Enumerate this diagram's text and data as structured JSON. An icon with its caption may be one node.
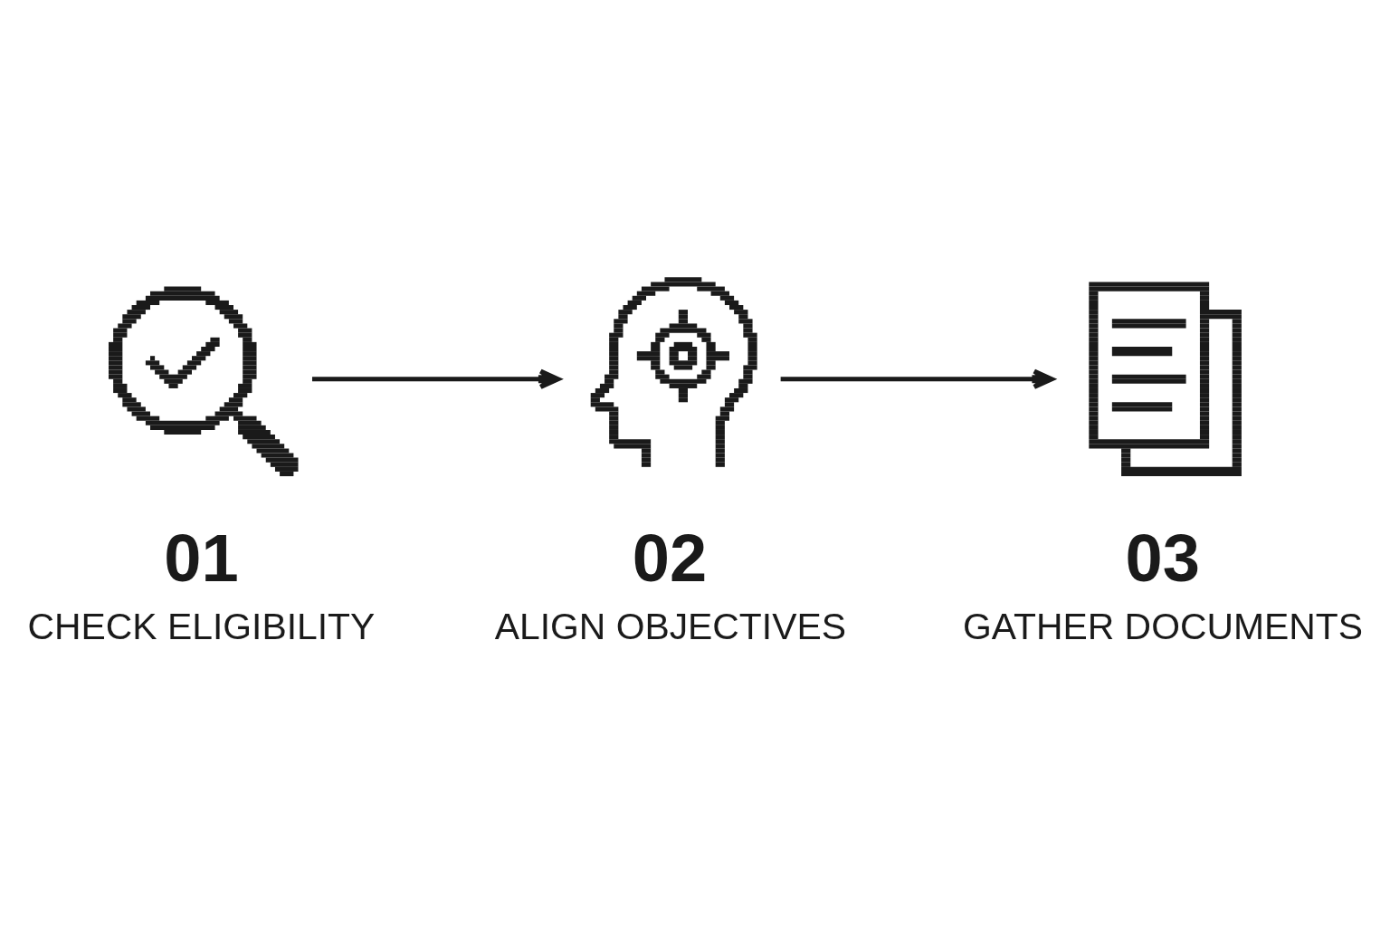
{
  "diagram": {
    "nodes": [
      {
        "text": [],
        "shape": "picture",
        "beside": [
          "01",
          "CHECK ELIGIBILITY"
        ]
      },
      {
        "text": [],
        "shape": "picture",
        "beside": [
          "02",
          "ALIGN OBJECTIVES"
        ]
      },
      {
        "text": [],
        "shape": "picture",
        "beside": [
          "03",
          "GATHER DOCUMENTS"
        ]
      }
    ],
    "edges": [
      {
        "from": 0,
        "to": 1,
        "arrow": "to"
      },
      {
        "from": 1,
        "to": 2,
        "arrow": "to"
      }
    ]
  }
}
